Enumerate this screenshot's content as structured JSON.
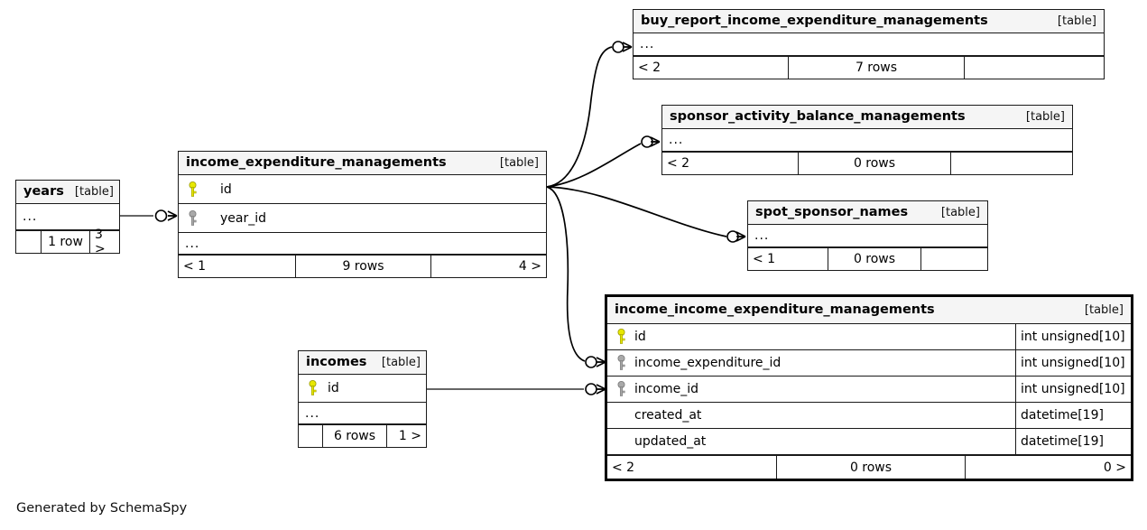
{
  "diagram": {
    "credit": "Generated by SchemaSpy",
    "table_tag": "[table]",
    "ellipsis": "...",
    "colors": {
      "primary_key": "#e8e800",
      "foreign_key": "#a9a9a9",
      "header_bg": "#f5f5f5",
      "border": "#1a1a1a",
      "highlight_border": "#000000",
      "background": "#ffffff"
    }
  },
  "tables": [
    {
      "id": "years",
      "name": "years",
      "tag": "[table]",
      "highlight": false,
      "columns": [
        {
          "name": "...",
          "type": "",
          "key": "none",
          "ellipsis": true
        }
      ],
      "footer": {
        "left": "",
        "middle": "1 row",
        "right": "3 >"
      }
    },
    {
      "id": "income_expenditure_managements",
      "name": "income_expenditure_managements",
      "tag": "[table]",
      "highlight": false,
      "columns": [
        {
          "name": "id",
          "type": "",
          "key": "primary",
          "ellipsis": false
        },
        {
          "name": "year_id",
          "type": "",
          "key": "foreign",
          "ellipsis": false
        },
        {
          "name": "...",
          "type": "",
          "key": "none",
          "ellipsis": true
        }
      ],
      "footer": {
        "left": "< 1",
        "middle": "9 rows",
        "right": "4 >"
      }
    },
    {
      "id": "buy_report_income_expenditure_managements",
      "name": "buy_report_income_expenditure_managements",
      "tag": "[table]",
      "highlight": false,
      "columns": [
        {
          "name": "...",
          "type": "",
          "key": "none",
          "ellipsis": true
        }
      ],
      "footer": {
        "left": "< 2",
        "middle": "7 rows",
        "right": ""
      }
    },
    {
      "id": "sponsor_activity_balance_managements",
      "name": "sponsor_activity_balance_managements",
      "tag": "[table]",
      "highlight": false,
      "columns": [
        {
          "name": "...",
          "type": "",
          "key": "none",
          "ellipsis": true
        }
      ],
      "footer": {
        "left": "< 2",
        "middle": "0 rows",
        "right": ""
      }
    },
    {
      "id": "spot_sponsor_names",
      "name": "spot_sponsor_names",
      "tag": "[table]",
      "highlight": false,
      "columns": [
        {
          "name": "...",
          "type": "",
          "key": "none",
          "ellipsis": true
        }
      ],
      "footer": {
        "left": "< 1",
        "middle": "0 rows",
        "right": ""
      }
    },
    {
      "id": "incomes",
      "name": "incomes",
      "tag": "[table]",
      "highlight": false,
      "columns": [
        {
          "name": "id",
          "type": "",
          "key": "primary",
          "ellipsis": false
        },
        {
          "name": "...",
          "type": "",
          "key": "none",
          "ellipsis": true
        }
      ],
      "footer": {
        "left": "",
        "middle": "6 rows",
        "right": "1 >"
      }
    },
    {
      "id": "income_income_expenditure_managements",
      "name": "income_income_expenditure_managements",
      "tag": "[table]",
      "highlight": true,
      "columns": [
        {
          "name": "id",
          "type": "int unsigned[10]",
          "key": "primary",
          "ellipsis": false
        },
        {
          "name": "income_expenditure_id",
          "type": "int unsigned[10]",
          "key": "foreign",
          "ellipsis": false
        },
        {
          "name": "income_id",
          "type": "int unsigned[10]",
          "key": "foreign",
          "ellipsis": false
        },
        {
          "name": "created_at",
          "type": "datetime[19]",
          "key": "none",
          "ellipsis": false
        },
        {
          "name": "updated_at",
          "type": "datetime[19]",
          "key": "none",
          "ellipsis": false
        }
      ],
      "footer": {
        "left": "< 2",
        "middle": "0 rows",
        "right": "0 >"
      }
    }
  ],
  "relationships": [
    {
      "from": "years",
      "to": "income_expenditure_managements",
      "to_column": "year_id"
    },
    {
      "from": "income_expenditure_managements",
      "to": "buy_report_income_expenditure_managements",
      "to_column": "..."
    },
    {
      "from": "income_expenditure_managements",
      "to": "sponsor_activity_balance_managements",
      "to_column": "..."
    },
    {
      "from": "income_expenditure_managements",
      "to": "spot_sponsor_names",
      "to_column": "..."
    },
    {
      "from": "income_expenditure_managements",
      "to": "income_income_expenditure_managements",
      "to_column": "income_expenditure_id"
    },
    {
      "from": "incomes",
      "to": "income_income_expenditure_managements",
      "to_column": "income_id"
    }
  ]
}
